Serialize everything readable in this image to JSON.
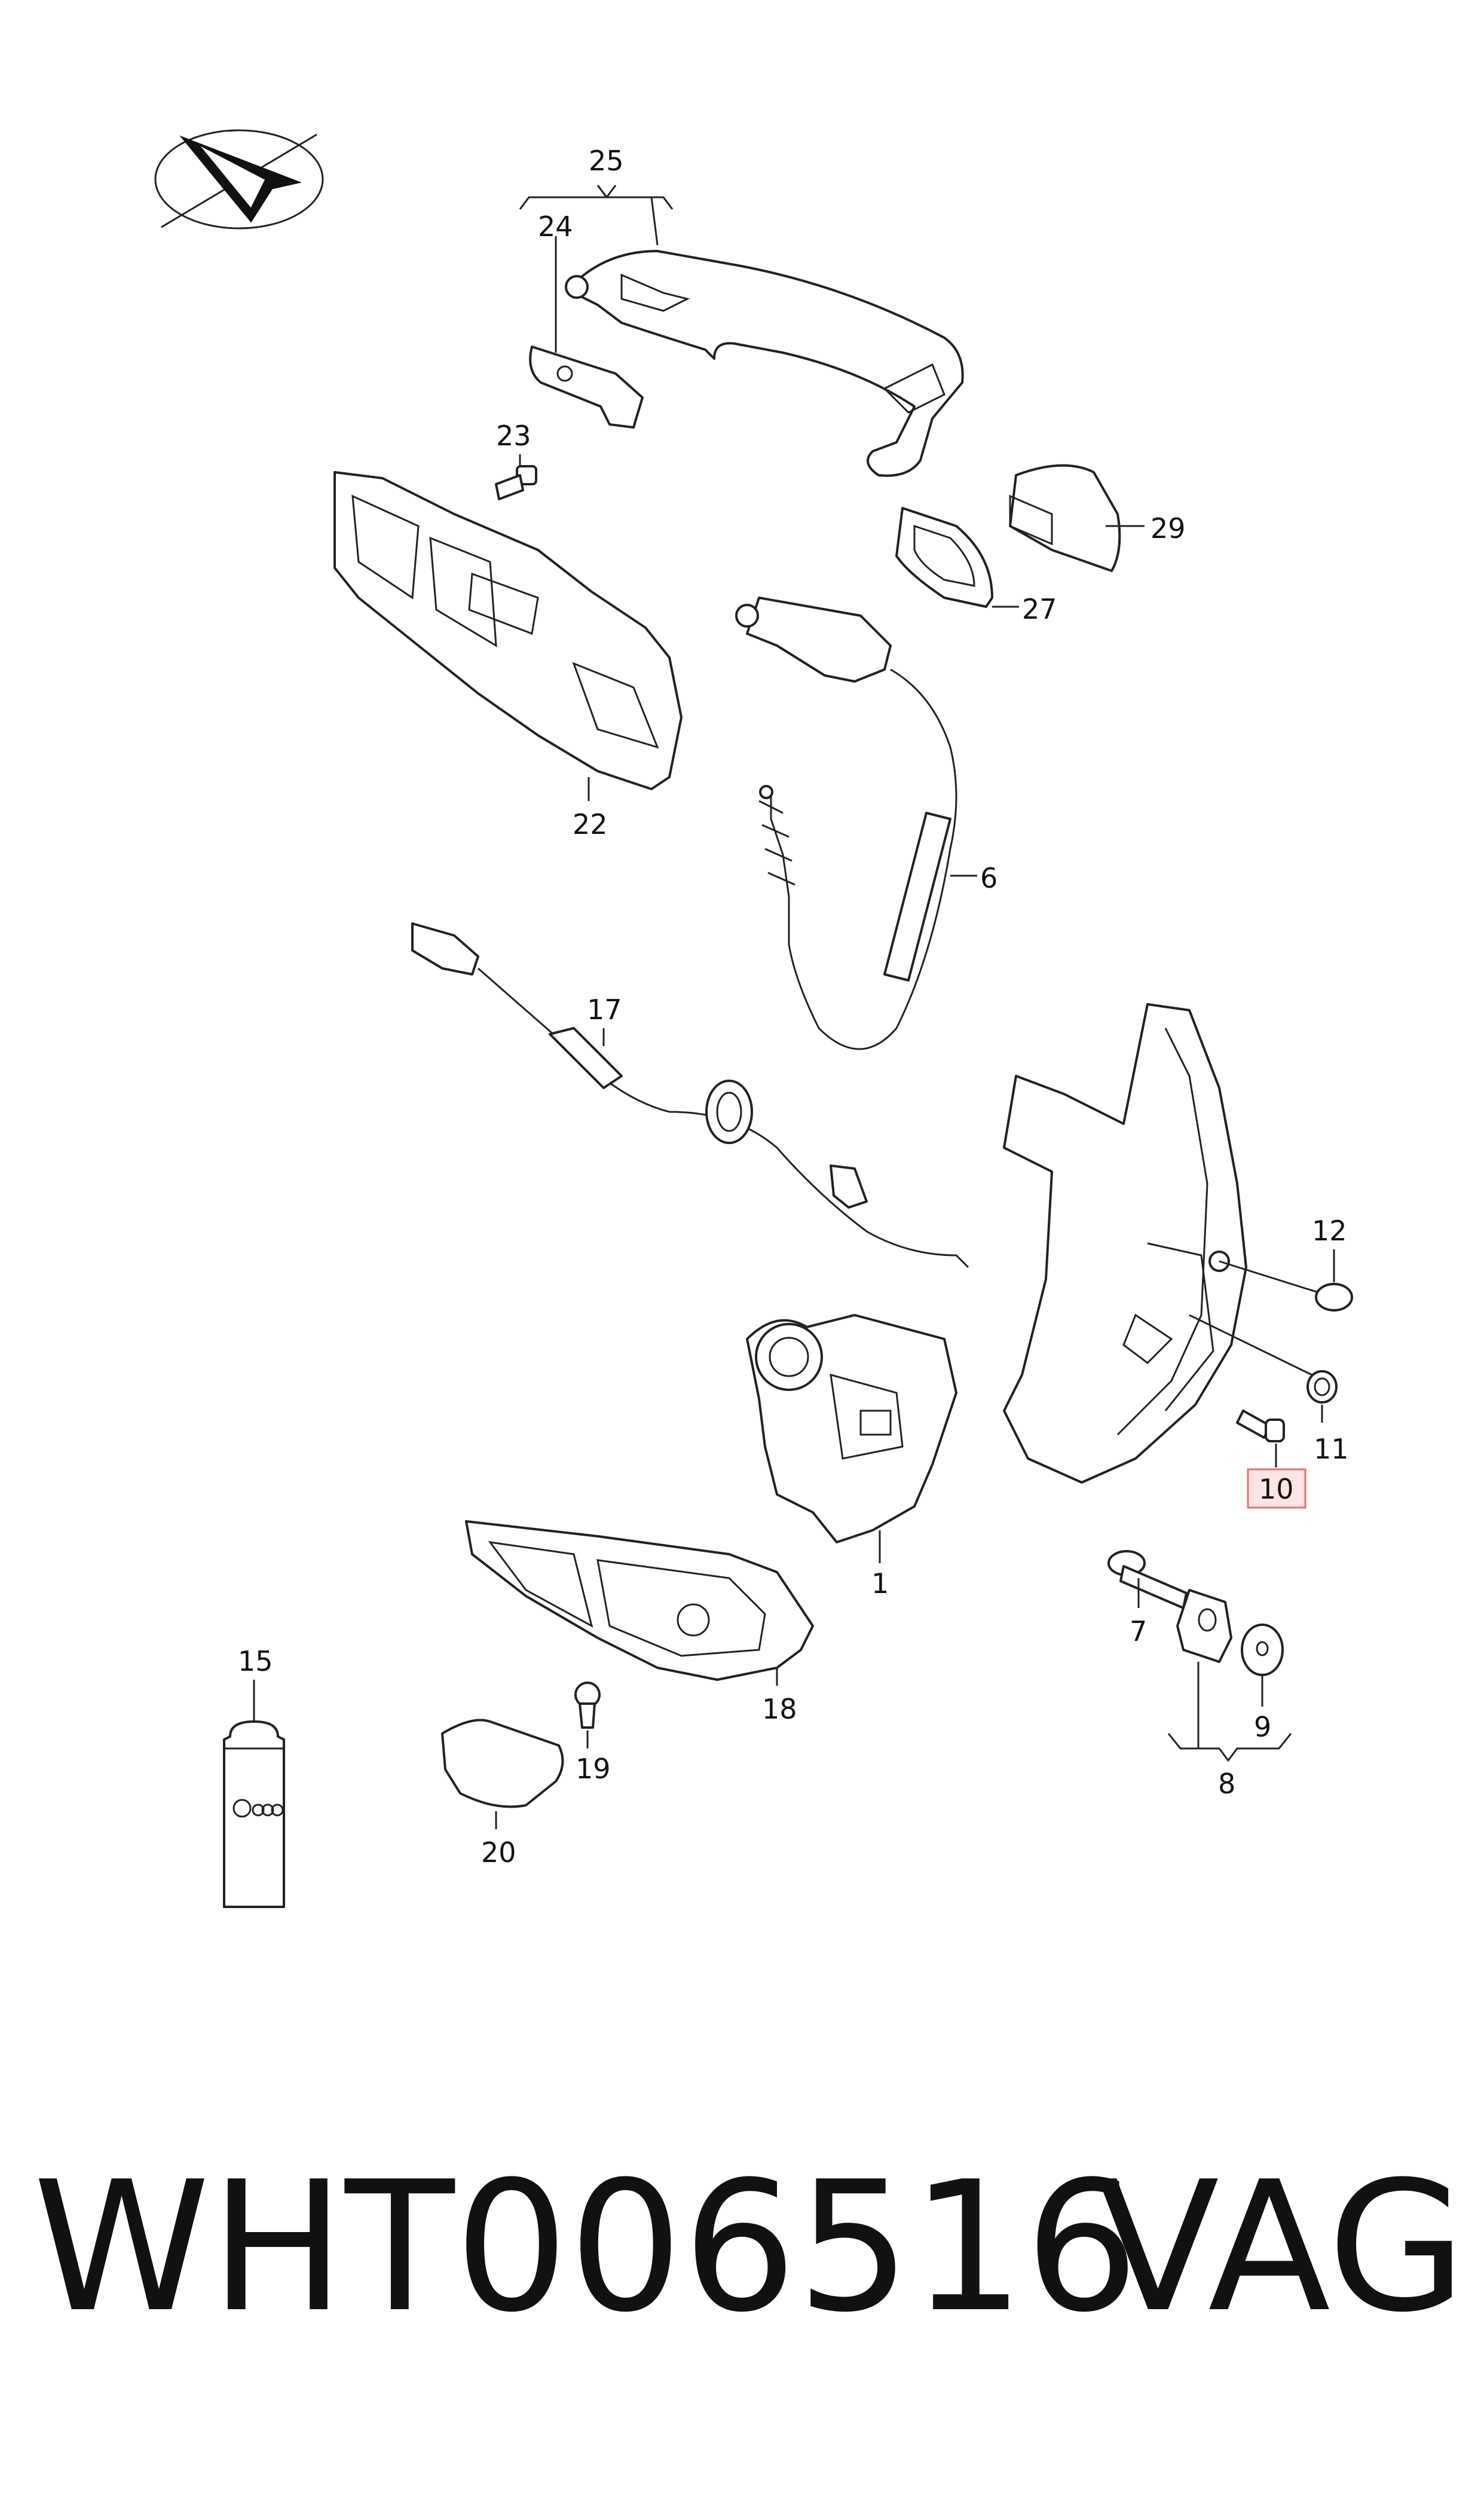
{
  "callouts": {
    "c1": "1",
    "c6": "6",
    "c7": "7",
    "c8": "8",
    "c9": "9",
    "c10": "10",
    "c11": "11",
    "c12": "12",
    "c15": "15",
    "c17": "17",
    "c18": "18",
    "c19": "19",
    "c20": "20",
    "c22": "22",
    "c23": "23",
    "c24": "24",
    "c25": "25",
    "c27": "27",
    "c29": "29"
  },
  "highlighted_callout": "10",
  "colors": {
    "highlight_fill": "#fde4e4",
    "highlight_stroke": "#e07070",
    "ink": "#111111"
  },
  "footer": {
    "part_number": "WHT006516",
    "brand": "VAG"
  },
  "icons": [
    "direction-arrow-icon",
    "vw-audi-logo-icon"
  ]
}
